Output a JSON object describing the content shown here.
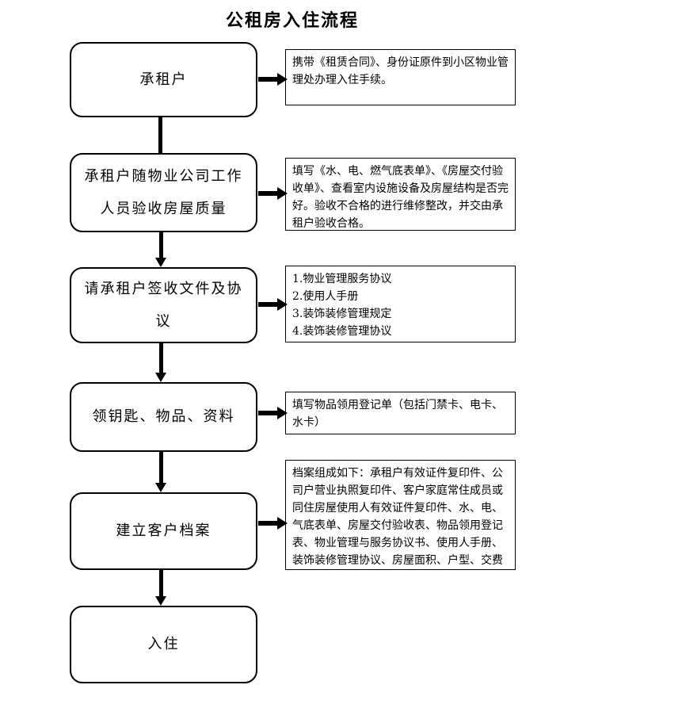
{
  "title": "公租房入住流程",
  "colors": {
    "line": "#000000",
    "background": "#ffffff",
    "text": "#000000"
  },
  "flow": {
    "steps": [
      {
        "label": "承租户",
        "note": "携带《租赁合同》、身份证原件到小区物业管理处办理入住手续。"
      },
      {
        "label": "承租户随物业公司工作人员验收房屋质量",
        "note": "填写《水、电、燃气底表单》、《房屋交付验收单》、查看室内设施设备及房屋结构是否完好。验收不合格的进行维修整改，并交由承租户验收合格。"
      },
      {
        "label": "请承租户签收文件及协议",
        "note": "1.物业管理服务协议\n2.使用人手册\n3.装饰装修管理规定\n4.装饰装修管理协议"
      },
      {
        "label": "领钥匙、物品、资料",
        "note": "填写物品领用登记单（包括门禁卡、电卡、水卡）"
      },
      {
        "label": "建立客户档案",
        "note": "档案组成如下：承租户有效证件复印件、公司户营业执照复印件、客户家庭常住成员或同住房屋使用人有效证件复印件、水、电、气底表单、房屋交付验收表、物品领用登记表、物业管理与服务协议书、使用人手册、装饰装修管理协议、房屋面积、户型、交费情况。"
      },
      {
        "label": "入住"
      }
    ]
  }
}
